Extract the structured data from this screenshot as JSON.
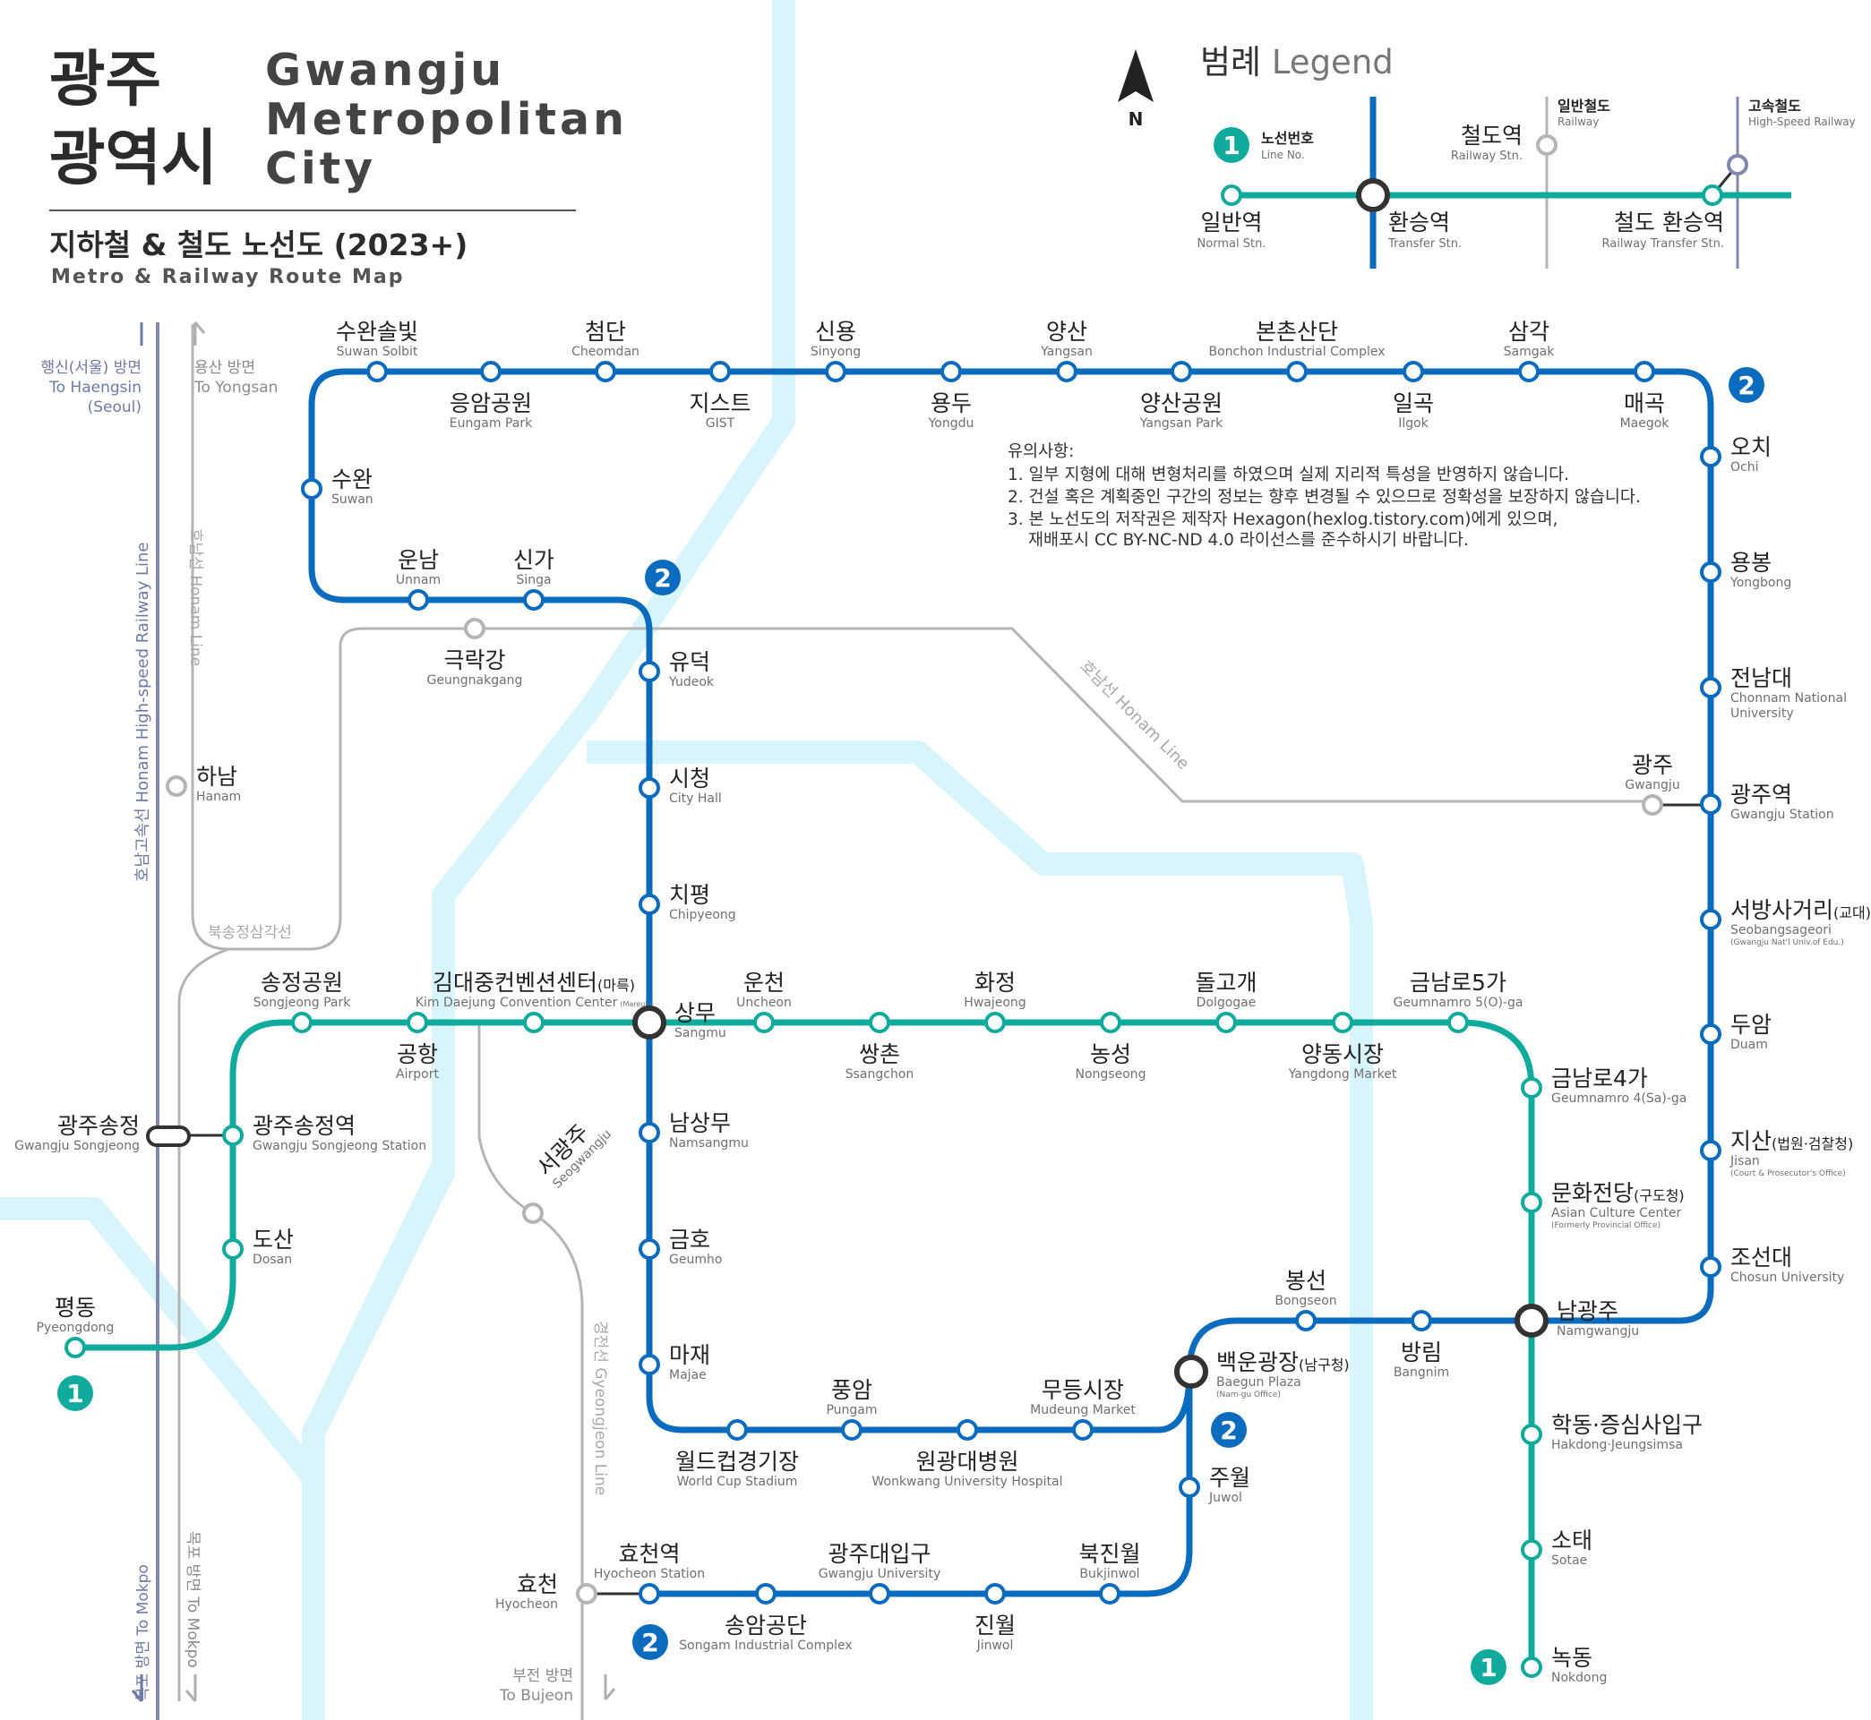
{
  "title": {
    "ko1": "광주",
    "ko2": "광역시",
    "en1": "Gwangju",
    "en2": "Metropolitan",
    "en3": "City",
    "subtitle": "지하철 & 철도 노선도 (2023+)",
    "subtitle_en": "Metro & Railway Route Map"
  },
  "north": "N",
  "badges": {
    "line1": "1",
    "line2": "2"
  },
  "colors": {
    "line1": "#10ab9d",
    "line2": "#0a6bbf",
    "railway": "#b5b5b5",
    "high_speed": "#7f89b0",
    "transfer": "#333333",
    "river": "#d9f5fc"
  },
  "legend": {
    "title_ko": "범례 ",
    "title_en": "Legend",
    "line_no_ko": "노선번호",
    "line_no_en": "Line No.",
    "normal_ko": "일반역",
    "normal_en": "Normal Stn.",
    "transfer_ko": "환승역",
    "transfer_en": "Transfer Stn.",
    "railway_ko": "철도역",
    "railway_en": "Railway Stn.",
    "general_rail_ko": "일반철도",
    "general_rail_en": "Railway",
    "hsr_ko": "고속철도",
    "hsr_en": "High-Speed Railway",
    "rail_transfer_ko": "철도 환승역",
    "rail_transfer_en": "Railway Transfer Stn."
  },
  "notes": {
    "title": "유의사항:",
    "line1": "1. 일부 지형에 대해 변형처리를 하였으며 실제 지리적 특성을 반영하지 않습니다.",
    "line2": "2. 건설 혹은 계획중인 구간의 정보는 향후 변경될 수 있으므로 정확성을 보장하지 않습니다.",
    "line3": "3. 본 노선도의 저작권은 제작자 Hexagon(hexlog.tistory.com)에게 있으며,",
    "line4": "재배포시 CC BY-NC-ND 4.0 라이선스를 준수하시기 바랍니다."
  },
  "directions": {
    "haengsin_ko": "행신(서울) 방면",
    "haengsin_en": "To Haengsin",
    "haengsin_en2": "(Seoul)",
    "yongsan_ko": "용산 방면",
    "yongsan_en": "To Yongsan",
    "mokpo_ktx": "목포 방면 To Mokpo",
    "mokpo": "목포 방면 To Mokpo",
    "bujeon_ko": "부전 방면",
    "bujeon_en": "To Bujeon"
  },
  "lines": {
    "hsr": "호남고속선 Honam High-speed Railway Line",
    "honam": "호남선 Honam Line",
    "bukong": "북송정삼각선",
    "gyeongjeon": "경전선 Gyeongjeon Line"
  },
  "stations": [
    {
      "ko": "수완솔빛",
      "en": "Suwan Solbit",
      "line": 2,
      "pos": "above"
    },
    {
      "ko": "응암공원",
      "en": "Eungam Park",
      "line": 2,
      "pos": "below"
    },
    {
      "ko": "첨단",
      "en": "Cheomdan",
      "line": 2,
      "pos": "above"
    },
    {
      "ko": "지스트",
      "en": "GIST",
      "line": 2,
      "pos": "below"
    },
    {
      "ko": "신용",
      "en": "Sinyong",
      "line": 2,
      "pos": "above"
    },
    {
      "ko": "용두",
      "en": "Yongdu",
      "line": 2,
      "pos": "below"
    },
    {
      "ko": "양산",
      "en": "Yangsan",
      "line": 2,
      "pos": "above"
    },
    {
      "ko": "양산공원",
      "en": "Yangsan Park",
      "line": 2,
      "pos": "below"
    },
    {
      "ko": "본촌산단",
      "en": "Bonchon Industrial Complex",
      "line": 2,
      "pos": "above"
    },
    {
      "ko": "일곡",
      "en": "Ilgok",
      "line": 2,
      "pos": "below"
    },
    {
      "ko": "삼각",
      "en": "Samgak",
      "line": 2,
      "pos": "above"
    },
    {
      "ko": "매곡",
      "en": "Maegok",
      "line": 2,
      "pos": "below"
    },
    {
      "ko": "수완",
      "en": "Suwan",
      "line": 2,
      "pos": "right"
    },
    {
      "ko": "운남",
      "en": "Unnam",
      "line": 2,
      "pos": "above"
    },
    {
      "ko": "신가",
      "en": "Singa",
      "line": 2,
      "pos": "above"
    },
    {
      "ko": "유덕",
      "en": "Yudeok",
      "line": 2,
      "pos": "right"
    },
    {
      "ko": "시청",
      "en": "City Hall",
      "line": 2,
      "pos": "right"
    },
    {
      "ko": "치평",
      "en": "Chipyeong",
      "line": 2,
      "pos": "right"
    },
    {
      "ko": "남상무",
      "en": "Namsangmu",
      "line": 2,
      "pos": "right"
    },
    {
      "ko": "금호",
      "en": "Geumho",
      "line": 2,
      "pos": "right"
    },
    {
      "ko": "마재",
      "en": "Majae",
      "line": 2,
      "pos": "right"
    },
    {
      "ko": "월드컵경기장",
      "en": "World Cup Stadium",
      "line": 2,
      "pos": "below"
    },
    {
      "ko": "풍암",
      "en": "Pungam",
      "line": 2,
      "pos": "above"
    },
    {
      "ko": "원광대병원",
      "en": "Wonkwang University Hospital",
      "line": 2,
      "pos": "below"
    },
    {
      "ko": "무등시장",
      "en": "Mudeung Market",
      "line": 2,
      "pos": "above"
    },
    {
      "ko": "오치",
      "en": "Ochi",
      "line": 2,
      "pos": "right"
    },
    {
      "ko": "용봉",
      "en": "Yongbong",
      "line": 2,
      "pos": "right"
    },
    {
      "ko": "전남대",
      "en": "Chonnam National",
      "en2": "University",
      "line": 2,
      "pos": "right"
    },
    {
      "ko": "광주역",
      "en": "Gwangju Station",
      "line": 2,
      "pos": "right"
    },
    {
      "ko": "서방사거리",
      "ko_small": "(교대)",
      "en": "Seobangsageori",
      "tiny": "(Gwangju Nat'l Univ.of Edu.)",
      "line": 2,
      "pos": "right"
    },
    {
      "ko": "두암",
      "en": "Duam",
      "line": 2,
      "pos": "right"
    },
    {
      "ko": "지산",
      "ko_small": "(법원·검찰청)",
      "en": "Jisan",
      "tiny": "(Court & Prosecutor's Office)",
      "line": 2,
      "pos": "right"
    },
    {
      "ko": "조선대",
      "en": "Chosun University",
      "line": 2,
      "pos": "right"
    },
    {
      "ko": "봉선",
      "en": "Bongseon",
      "line": 2,
      "pos": "above"
    },
    {
      "ko": "방림",
      "en": "Bangnim",
      "line": 2,
      "pos": "below"
    },
    {
      "ko": "주월",
      "en": "Juwol",
      "line": 2,
      "pos": "right"
    },
    {
      "ko": "북진월",
      "en": "Bukjinwol",
      "line": 2,
      "pos": "above"
    },
    {
      "ko": "진월",
      "en": "Jinwol",
      "line": 2,
      "pos": "below"
    },
    {
      "ko": "광주대입구",
      "en": "Gwangju University",
      "line": 2,
      "pos": "above"
    },
    {
      "ko": "송암공단",
      "en": "Songam Industrial Complex",
      "line": 2,
      "pos": "below"
    },
    {
      "ko": "효천역",
      "en": "Hyocheon Station",
      "line": 2,
      "pos": "above"
    },
    {
      "ko": "송정공원",
      "en": "Songjeong Park",
      "line": 1,
      "pos": "above"
    },
    {
      "ko": "공항",
      "en": "Airport",
      "line": 1,
      "pos": "below"
    },
    {
      "ko": "김대중컨벤션센터",
      "ko_small": "(마륵)",
      "en": "Kim Daejung Convention Center",
      "tiny": "(Mareuk)",
      "line": 1,
      "pos": "above"
    },
    {
      "ko": "운천",
      "en": "Uncheon",
      "line": 1,
      "pos": "above"
    },
    {
      "ko": "쌍촌",
      "en": "Ssangchon",
      "line": 1,
      "pos": "below"
    },
    {
      "ko": "화정",
      "en": "Hwajeong",
      "line": 1,
      "pos": "above"
    },
    {
      "ko": "농성",
      "en": "Nongseong",
      "line": 1,
      "pos": "below"
    },
    {
      "ko": "돌고개",
      "en": "Dolgogae",
      "line": 1,
      "pos": "above"
    },
    {
      "ko": "양동시장",
      "en": "Yangdong Market",
      "line": 1,
      "pos": "below"
    },
    {
      "ko": "금남로5가",
      "en": "Geumnamro 5(O)-ga",
      "line": 1,
      "pos": "above"
    },
    {
      "ko": "금남로4가",
      "en": "Geumnamro 4(Sa)-ga",
      "line": 1,
      "pos": "right"
    },
    {
      "ko": "문화전당",
      "ko_small": "(구도청)",
      "en": "Asian Culture Center",
      "tiny": "(Formerly Provincial Office)",
      "line": 1,
      "pos": "right"
    },
    {
      "ko": "학동·증심사입구",
      "en": "Hakdong·Jeungsimsa",
      "line": 1,
      "pos": "right"
    },
    {
      "ko": "소태",
      "en": "Sotae",
      "line": 1,
      "pos": "right"
    },
    {
      "ko": "녹동",
      "en": "Nokdong",
      "line": 1,
      "pos": "right"
    },
    {
      "ko": "광주송정역",
      "en": "Gwangju Songjeong Station",
      "line": 1,
      "pos": "right"
    },
    {
      "ko": "도산",
      "en": "Dosan",
      "line": 1,
      "pos": "right"
    },
    {
      "ko": "평동",
      "en": "Pyeongdong",
      "line": 1,
      "pos": "above"
    },
    {
      "ko": "상무",
      "en": "Sangmu",
      "line": "transfer",
      "pos": "right"
    },
    {
      "ko": "남광주",
      "en": "Namgwangju",
      "line": "transfer",
      "pos": "right"
    },
    {
      "ko": "백운광장",
      "ko_small": "(남구청)",
      "en": "Baegun Plaza",
      "tiny": "(Nam-gu Office)",
      "line": "transfer",
      "pos": "right"
    },
    {
      "ko": "광주송정",
      "en": "Gwangju Songjeong",
      "line": "railway",
      "pos": "left"
    },
    {
      "ko": "극락강",
      "en": "Geungnakgang",
      "line": "railway",
      "pos": "below"
    },
    {
      "ko": "하남",
      "en": "Hanam",
      "line": "railway",
      "pos": "right"
    },
    {
      "ko": "광주",
      "en": "Gwangju",
      "line": "railway",
      "pos": "above"
    },
    {
      "ko": "서광주",
      "en": "Seogwangju",
      "line": "railway",
      "pos": "diagonal"
    },
    {
      "ko": "효천",
      "en": "Hyocheon",
      "line": "railway",
      "pos": "left"
    }
  ]
}
